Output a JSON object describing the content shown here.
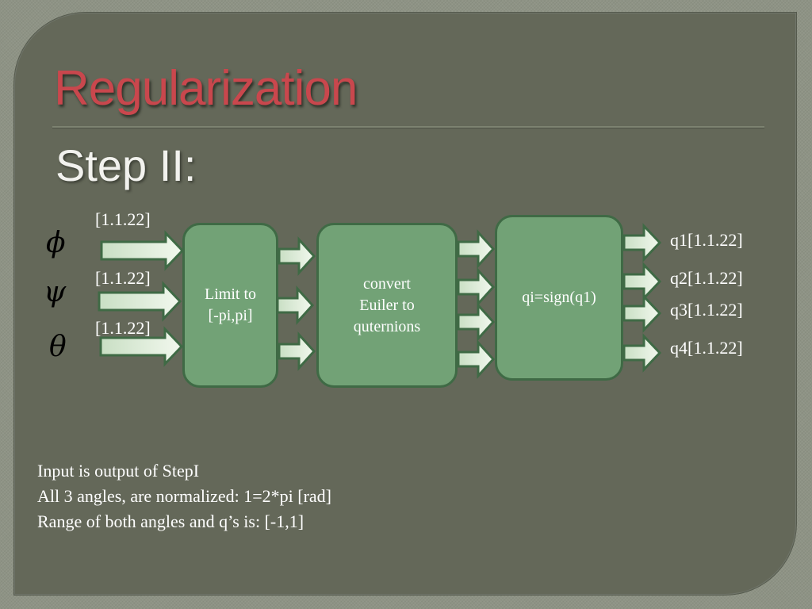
{
  "title": "Regularization",
  "subtitle": "Step II:",
  "inputs": {
    "symbols": [
      "ϕ",
      "ψ",
      "θ"
    ],
    "sizes": [
      "[1.1.22]",
      "[1.1.22]",
      "[1.1.22]"
    ]
  },
  "blocks": {
    "limit": "Limit to\n[-pi,pi]",
    "convert": "convert\nEuiler to\nquternions",
    "sign": "qi=sign(q1)"
  },
  "outputs": [
    "q1[1.1.22]",
    "q2[1.1.22]",
    "q3[1.1.22]",
    "q4[1.1.22]"
  ],
  "notes": [
    "Input is output of StepI",
    "All 3 angles, are normalized: 1=2*pi [rad]",
    "Range of both angles and q’s is: [-1,1]"
  ],
  "colors": {
    "title": "#c9474d",
    "block_fill": "#72a276",
    "block_border": "#3f6a45",
    "arrow_fill": "#e4f0df",
    "arrow_border": "#3f6a45"
  }
}
